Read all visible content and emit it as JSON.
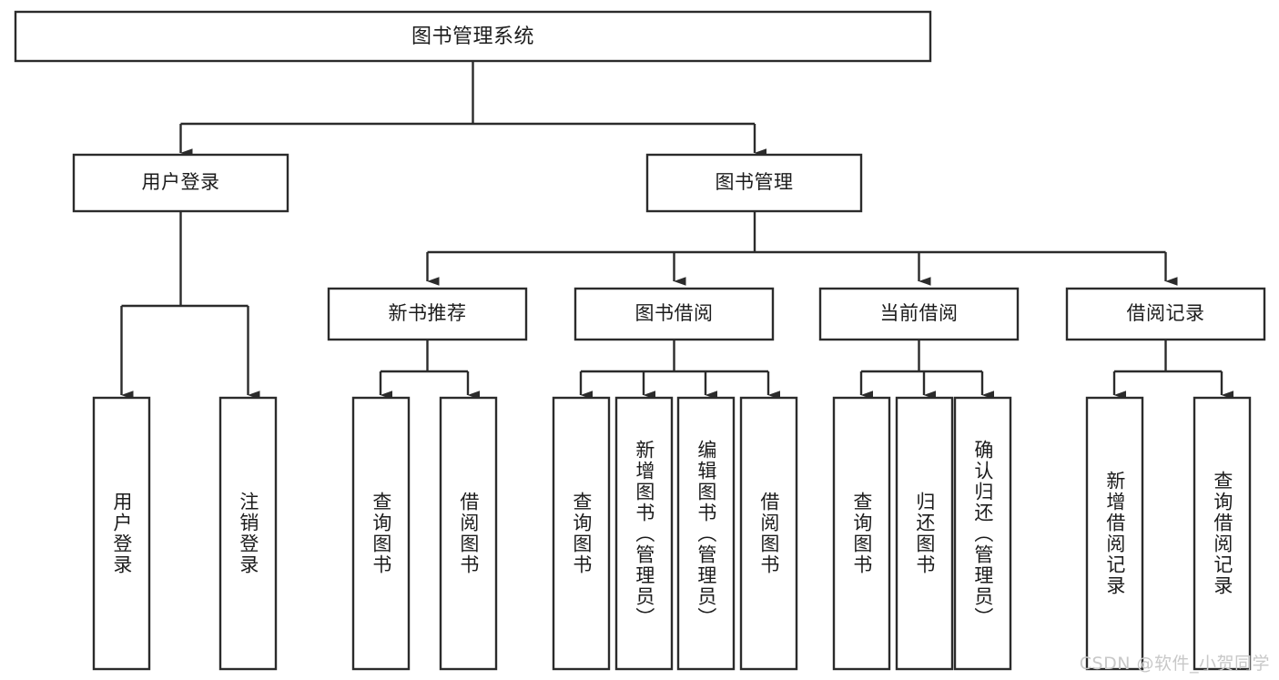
{
  "diagram": {
    "type": "tree",
    "title": "图书管理系统",
    "colors": {
      "background": "#ffffff",
      "box_stroke": "#2b2b2b",
      "box_fill": "#ffffff",
      "text": "#1c1c1c",
      "watermark": "#c8c8c8"
    },
    "root": {
      "label": "图书管理系统"
    },
    "level2": [
      {
        "label": "用户登录"
      },
      {
        "label": "图书管理"
      }
    ],
    "level3": [
      {
        "label": "新书推荐"
      },
      {
        "label": "图书借阅"
      },
      {
        "label": "当前借阅"
      },
      {
        "label": "借阅记录"
      }
    ],
    "leaves": {
      "user_login": [
        {
          "label": "用户登录"
        },
        {
          "label": "注销登录"
        }
      ],
      "new_book_recommend": [
        {
          "label": "查询图书"
        },
        {
          "label": "借阅图书"
        }
      ],
      "book_borrow": [
        {
          "label": "查询图书"
        },
        {
          "label": "新增图书（管理员）"
        },
        {
          "label": "编辑图书（管理员）"
        },
        {
          "label": "借阅图书"
        }
      ],
      "current_borrow": [
        {
          "label": "查询图书"
        },
        {
          "label": "归还图书"
        },
        {
          "label": "确认归还（管理员）"
        }
      ],
      "borrow_record": [
        {
          "label": "新增借阅记录"
        },
        {
          "label": "查询借阅记录"
        }
      ]
    }
  },
  "watermark": {
    "text": "CSDN @软件_小贺同学"
  }
}
